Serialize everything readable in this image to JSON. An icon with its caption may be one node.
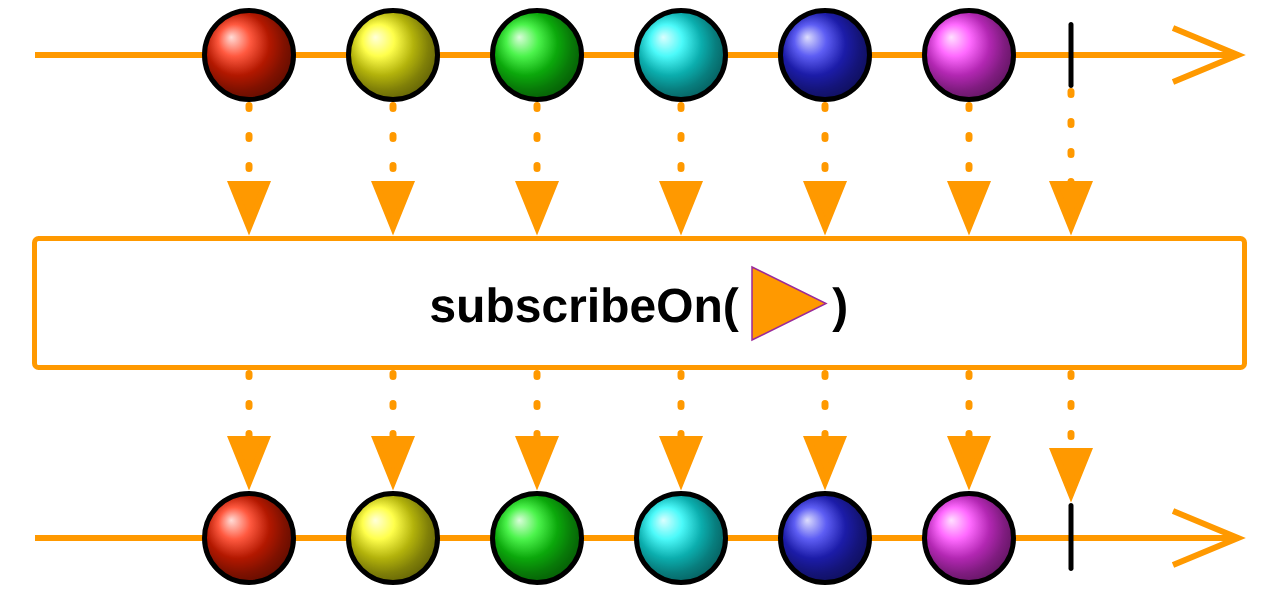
{
  "diagram": {
    "nodes": [
      {
        "text": [],
        "shape": "circle"
      },
      {
        "text": [],
        "shape": "circle"
      },
      {
        "text": [],
        "shape": "circle"
      },
      {
        "text": [],
        "shape": "circle"
      },
      {
        "text": [],
        "shape": "circle"
      },
      {
        "text": [],
        "shape": "circle"
      },
      {
        "text": [],
        "shape": "bar"
      },
      {
        "text": [
          "subscribeOn(",
          ")"
        ]
      },
      {
        "text": [],
        "shape": "circle"
      },
      {
        "text": [],
        "shape": "circle"
      },
      {
        "text": [],
        "shape": "circle"
      },
      {
        "text": [],
        "shape": "circle"
      },
      {
        "text": [],
        "shape": "circle"
      },
      {
        "text": [],
        "shape": "circle"
      },
      {
        "text": [],
        "shape": "bar"
      }
    ],
    "edges": [
      {
        "from": 0,
        "to": 7,
        "arrow": "to",
        "style": "dashed"
      },
      {
        "from": 1,
        "to": 7,
        "arrow": "to",
        "style": "dashed"
      },
      {
        "from": 2,
        "to": 7,
        "arrow": "to",
        "style": "dashed"
      },
      {
        "from": 3,
        "to": 7,
        "arrow": "to",
        "style": "dashed"
      },
      {
        "from": 4,
        "to": 7,
        "arrow": "to",
        "style": "dashed"
      },
      {
        "from": 5,
        "to": 7,
        "arrow": "to",
        "style": "dashed"
      },
      {
        "from": 6,
        "to": 7,
        "arrow": "to",
        "style": "dashed"
      },
      {
        "from": 7,
        "to": 8,
        "arrow": "to",
        "style": "dashed"
      },
      {
        "from": 7,
        "to": 9,
        "arrow": "to",
        "style": "dashed"
      },
      {
        "from": 7,
        "to": 10,
        "arrow": "to",
        "style": "dashed"
      },
      {
        "from": 7,
        "to": 11,
        "arrow": "to",
        "style": "dashed"
      },
      {
        "from": 7,
        "to": 12,
        "arrow": "to",
        "style": "dashed"
      },
      {
        "from": 7,
        "to": 13,
        "arrow": "to",
        "style": "dashed"
      },
      {
        "from": 7,
        "to": 14,
        "arrow": "to",
        "style": "dashed"
      }
    ]
  }
}
